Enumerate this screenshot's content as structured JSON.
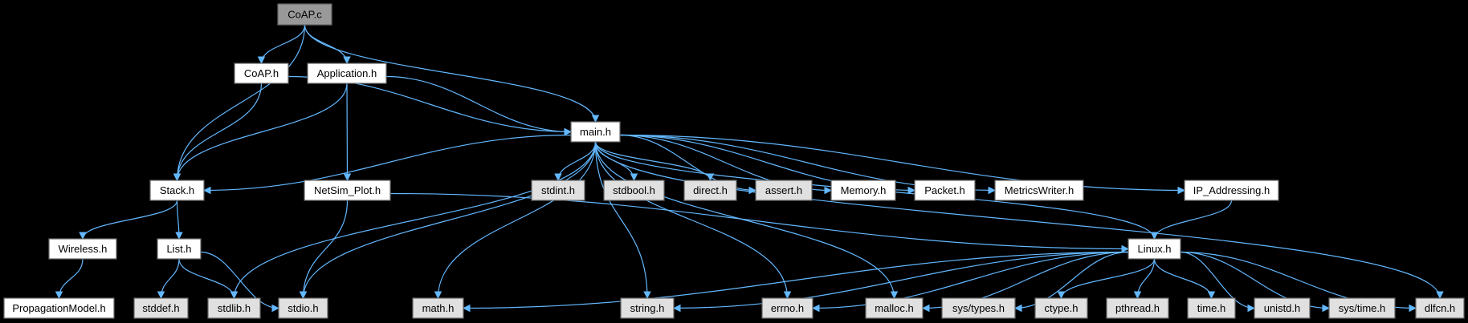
{
  "title": "CoAP.c",
  "colors": {
    "background": "#000000",
    "edge": "#63b8ff",
    "focus_fill": "#999999",
    "documented_fill": "#ffffff",
    "external_fill": "#e0e0e0",
    "border": "#666666"
  },
  "nodes": [
    {
      "id": "coap_c",
      "label": "CoAP.c",
      "kind": "focus"
    },
    {
      "id": "coap_h",
      "label": "CoAP.h",
      "kind": "documented"
    },
    {
      "id": "application_h",
      "label": "Application.h",
      "kind": "documented"
    },
    {
      "id": "main_h",
      "label": "main.h",
      "kind": "documented"
    },
    {
      "id": "stack_h",
      "label": "Stack.h",
      "kind": "documented"
    },
    {
      "id": "netsim_plot_h",
      "label": "NetSim_Plot.h",
      "kind": "documented"
    },
    {
      "id": "stdint_h",
      "label": "stdint.h",
      "kind": "external"
    },
    {
      "id": "stdbool_h",
      "label": "stdbool.h",
      "kind": "external"
    },
    {
      "id": "direct_h",
      "label": "direct.h",
      "kind": "external"
    },
    {
      "id": "assert_h",
      "label": "assert.h",
      "kind": "external"
    },
    {
      "id": "memory_h",
      "label": "Memory.h",
      "kind": "documented"
    },
    {
      "id": "packet_h",
      "label": "Packet.h",
      "kind": "documented"
    },
    {
      "id": "metricswriter_h",
      "label": "MetricsWriter.h",
      "kind": "documented"
    },
    {
      "id": "ip_addressing_h",
      "label": "IP_Addressing.h",
      "kind": "documented"
    },
    {
      "id": "wireless_h",
      "label": "Wireless.h",
      "kind": "documented"
    },
    {
      "id": "list_h",
      "label": "List.h",
      "kind": "documented"
    },
    {
      "id": "linux_h",
      "label": "Linux.h",
      "kind": "documented"
    },
    {
      "id": "propagationmodel_h",
      "label": "PropagationModel.h",
      "kind": "documented"
    },
    {
      "id": "stddef_h",
      "label": "stddef.h",
      "kind": "external"
    },
    {
      "id": "stdlib_h",
      "label": "stdlib.h",
      "kind": "external"
    },
    {
      "id": "stdio_h",
      "label": "stdio.h",
      "kind": "external"
    },
    {
      "id": "math_h",
      "label": "math.h",
      "kind": "external"
    },
    {
      "id": "string_h",
      "label": "string.h",
      "kind": "external"
    },
    {
      "id": "errno_h",
      "label": "errno.h",
      "kind": "external"
    },
    {
      "id": "malloc_h",
      "label": "malloc.h",
      "kind": "external"
    },
    {
      "id": "sys_types_h",
      "label": "sys/types.h",
      "kind": "external"
    },
    {
      "id": "ctype_h",
      "label": "ctype.h",
      "kind": "external"
    },
    {
      "id": "pthread_h",
      "label": "pthread.h",
      "kind": "external"
    },
    {
      "id": "time_h",
      "label": "time.h",
      "kind": "external"
    },
    {
      "id": "unistd_h",
      "label": "unistd.h",
      "kind": "external"
    },
    {
      "id": "sys_time_h",
      "label": "sys/time.h",
      "kind": "external"
    },
    {
      "id": "dlfcn_h",
      "label": "dlfcn.h",
      "kind": "external"
    }
  ],
  "edges": [
    [
      "coap_c",
      "stack_h"
    ],
    [
      "coap_c",
      "coap_h"
    ],
    [
      "coap_c",
      "application_h"
    ],
    [
      "coap_c",
      "main_h"
    ],
    [
      "coap_h",
      "stack_h"
    ],
    [
      "coap_h",
      "main_h"
    ],
    [
      "application_h",
      "stack_h"
    ],
    [
      "application_h",
      "main_h"
    ],
    [
      "application_h",
      "netsim_plot_h"
    ],
    [
      "main_h",
      "stack_h"
    ],
    [
      "main_h",
      "stdlib_h"
    ],
    [
      "main_h",
      "stdio_h"
    ],
    [
      "main_h",
      "math_h"
    ],
    [
      "main_h",
      "string_h"
    ],
    [
      "main_h",
      "errno_h"
    ],
    [
      "main_h",
      "malloc_h"
    ],
    [
      "main_h",
      "stdint_h"
    ],
    [
      "main_h",
      "stdbool_h"
    ],
    [
      "main_h",
      "direct_h"
    ],
    [
      "main_h",
      "assert_h"
    ],
    [
      "main_h",
      "memory_h"
    ],
    [
      "main_h",
      "packet_h"
    ],
    [
      "main_h",
      "metricswriter_h"
    ],
    [
      "main_h",
      "ip_addressing_h"
    ],
    [
      "main_h",
      "linux_h"
    ],
    [
      "main_h",
      "dlfcn_h"
    ],
    [
      "stack_h",
      "wireless_h"
    ],
    [
      "stack_h",
      "list_h"
    ],
    [
      "netsim_plot_h",
      "stdio_h"
    ],
    [
      "netsim_plot_h",
      "linux_h"
    ],
    [
      "wireless_h",
      "propagationmodel_h"
    ],
    [
      "list_h",
      "stddef_h"
    ],
    [
      "list_h",
      "stdlib_h"
    ],
    [
      "list_h",
      "stdio_h"
    ],
    [
      "ip_addressing_h",
      "linux_h"
    ],
    [
      "linux_h",
      "math_h"
    ],
    [
      "linux_h",
      "string_h"
    ],
    [
      "linux_h",
      "errno_h"
    ],
    [
      "linux_h",
      "malloc_h"
    ],
    [
      "linux_h",
      "sys_types_h"
    ],
    [
      "linux_h",
      "ctype_h"
    ],
    [
      "linux_h",
      "pthread_h"
    ],
    [
      "linux_h",
      "time_h"
    ],
    [
      "linux_h",
      "unistd_h"
    ],
    [
      "linux_h",
      "sys_time_h"
    ],
    [
      "linux_h",
      "dlfcn_h"
    ]
  ]
}
